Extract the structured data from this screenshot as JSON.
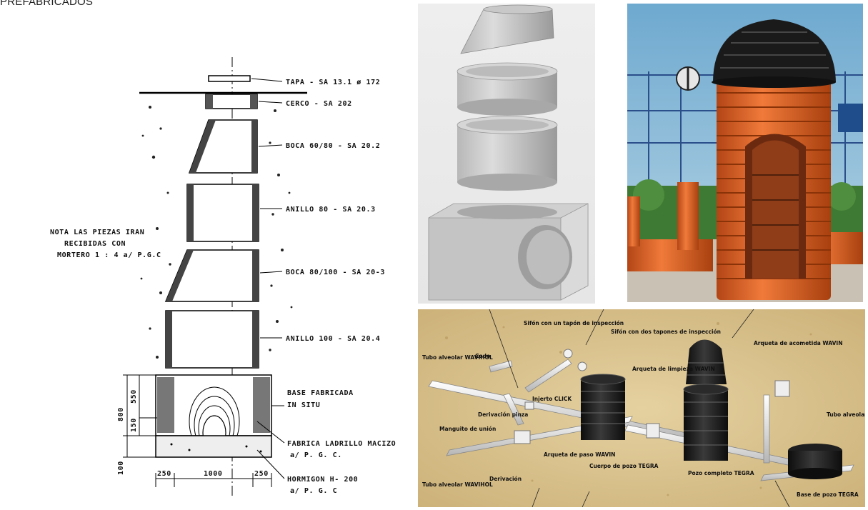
{
  "page": {
    "title": "PREFABRICADOS"
  },
  "drawing": {
    "parts": [
      "TAPA - SA  13.1 ø 172",
      "CERCO - SA  202",
      "BOCA  60/80 - SA  20.2",
      "ANILLO  80 - SA  20.3",
      "BOCA  80/100 - SA  20-3",
      "ANILLO  100 - SA  20.4",
      "BASE  FABRICADA",
      "IN  SITU",
      "FABRICA  LADRILLO  MACIZO",
      "a/ P. G. C.",
      "HORMIGON  H- 200",
      "a/ P. G. C"
    ],
    "note": [
      "NOTA  LAS  PIEZAS  IRAN",
      "RECIBIDAS  CON",
      "MORTERO  1 : 4  a/ P.G.C"
    ],
    "dims": {
      "total": "800",
      "upper": "550",
      "lower": "150",
      "base": "100",
      "left": "250",
      "mid": "1000",
      "right": "250"
    }
  },
  "pipes": {
    "labels": [
      "Sifón con un tapón de inspección",
      "Sifón con dos tapones de inspección",
      "Tubo alveolar WAVIHOL",
      "Codo",
      "Injerto CLICK",
      "Arqueta de limpieza WAVIN",
      "Arqueta de acometida WAVIN",
      "Derivación pinza",
      "Manguito de unión",
      "Arqueta de paso WAVIN",
      "Cuerpo de pozo TEGRA",
      "Tubo alveolar WAVIHOL",
      "Derivación",
      "Pozo completo TEGRA",
      "Tubo alveolar WAVIHOL",
      "Base de pozo TEGRA"
    ]
  },
  "colors": {
    "orange": "#e0642a",
    "black": "#1a1a1a",
    "sand": "#d8c08a",
    "sky": "#9cc3dc"
  }
}
